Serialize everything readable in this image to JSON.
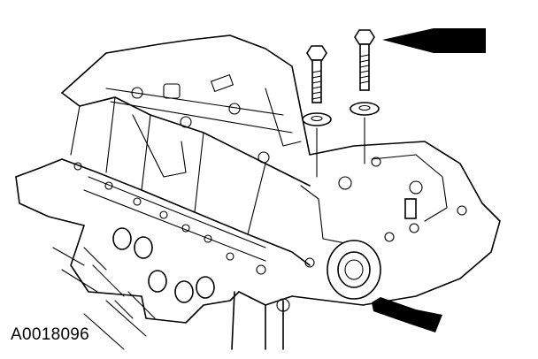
{
  "figure": {
    "id_label": "A0018096"
  },
  "colors": {
    "ink": "#000000",
    "background": "#ffffff"
  },
  "callouts": [
    {
      "name": "arrow-upper-right",
      "points_to": "bolt-right"
    },
    {
      "name": "arrow-lower-right",
      "points_to": "engine-mount-bushing"
    }
  ]
}
